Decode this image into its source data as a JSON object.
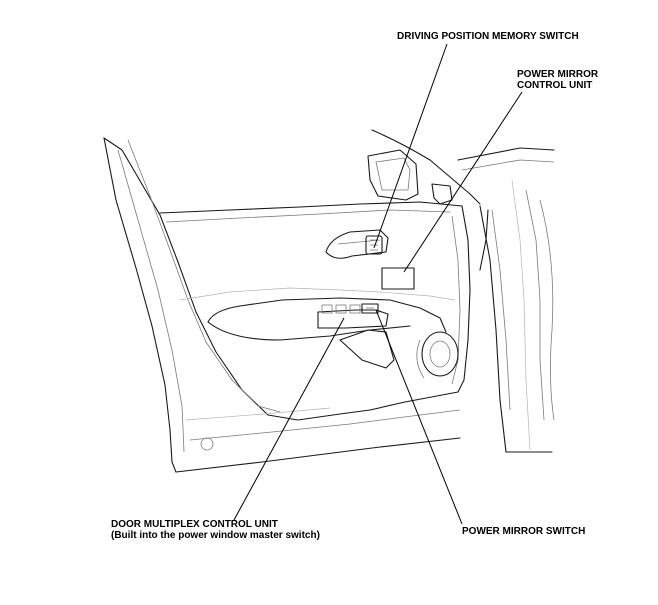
{
  "callouts": {
    "memory_switch": "DRIVING POSITION MEMORY SWITCH",
    "mirror_unit_line1": "POWER MIRROR",
    "mirror_unit_line2": "CONTROL UNIT",
    "multiplex_line1": "DOOR MULTIPLEX CONTROL UNIT",
    "multiplex_line2": "(Built into the power window master switch)",
    "mirror_switch": "POWER MIRROR SWITCH"
  }
}
